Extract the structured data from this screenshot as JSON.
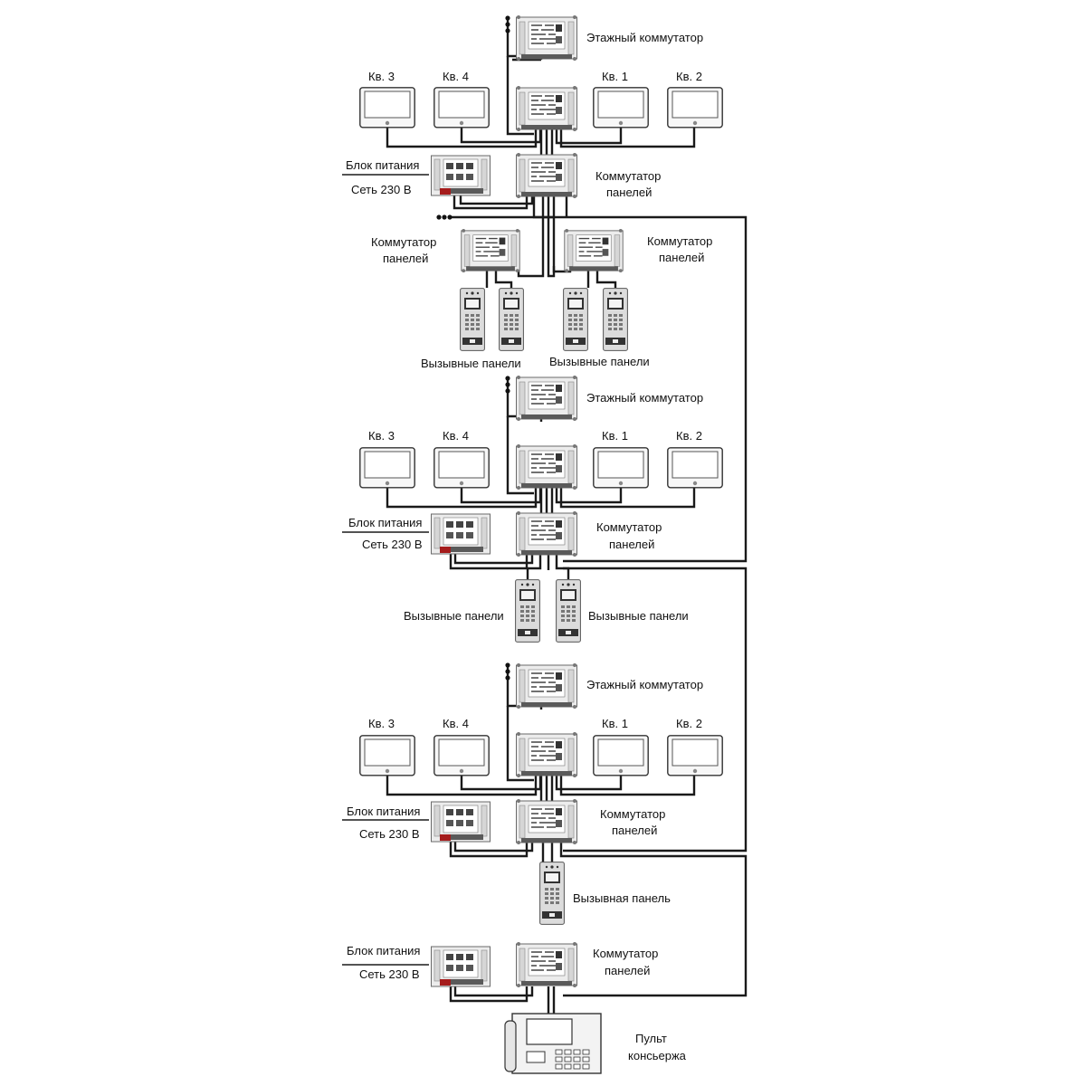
{
  "labels": {
    "floor_switch": "Этажный коммутатор",
    "apt1": "Кв. 1",
    "apt2": "Кв. 2",
    "apt3": "Кв. 3",
    "apt4": "Кв. 4",
    "power_unit": "Блок питания",
    "mains": "Сеть 230 В",
    "panel_switch_line1": "Коммутатор",
    "panel_switch_line2": "панелей",
    "call_panels": "Вызывные панели",
    "call_panel": "Вызывная панель",
    "concierge_line1": "Пульт",
    "concierge_line2": "консьержа"
  },
  "colors": {
    "wire": "#1a1a1a",
    "device_body": "#e9e9e9",
    "device_bar": "#555555",
    "terminal_red": "#a51c1c"
  }
}
